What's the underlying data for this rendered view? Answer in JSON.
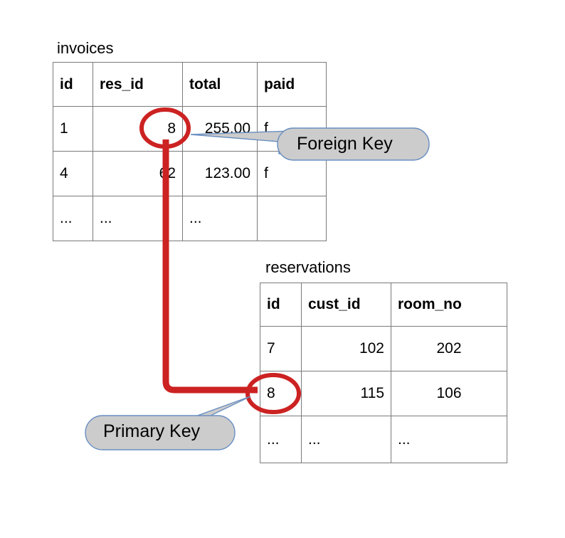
{
  "diagram": {
    "title_invoices": "invoices",
    "title_reservations": "reservations",
    "colors": {
      "link_red": "#cc2222",
      "callout_fill": "#cccccc",
      "callout_stroke": "#6a8fc0",
      "table_border": "#7a7a7a",
      "text": "#000000",
      "background": "#ffffff"
    }
  },
  "tables": {
    "invoices": {
      "name": "invoices",
      "columns": [
        "id",
        "res_id",
        "total",
        "paid"
      ],
      "rows": [
        {
          "id": "1",
          "res_id": "8",
          "total": "255.00",
          "paid": "f"
        },
        {
          "id": "4",
          "res_id": "62",
          "total": "123.00",
          "paid": "f"
        },
        {
          "id": "...",
          "res_id": "...",
          "total": "...",
          "paid": ""
        }
      ]
    },
    "reservations": {
      "name": "reservations",
      "columns": [
        "id",
        "cust_id",
        "room_no"
      ],
      "rows": [
        {
          "id": "7",
          "cust_id": "102",
          "room_no": "202"
        },
        {
          "id": "8",
          "cust_id": "115",
          "room_no": "106"
        },
        {
          "id": "...",
          "cust_id": "...",
          "room_no": "..."
        }
      ]
    }
  },
  "annotations": {
    "foreign_key": {
      "label": "Foreign Key",
      "targets_table": "invoices",
      "targets_column": "res_id",
      "targets_value": "8"
    },
    "primary_key": {
      "label": "Primary Key",
      "targets_table": "reservations",
      "targets_column": "id",
      "targets_value": "8"
    },
    "relationship": {
      "from": "invoices.res_id = 8",
      "to": "reservations.id = 8"
    }
  }
}
